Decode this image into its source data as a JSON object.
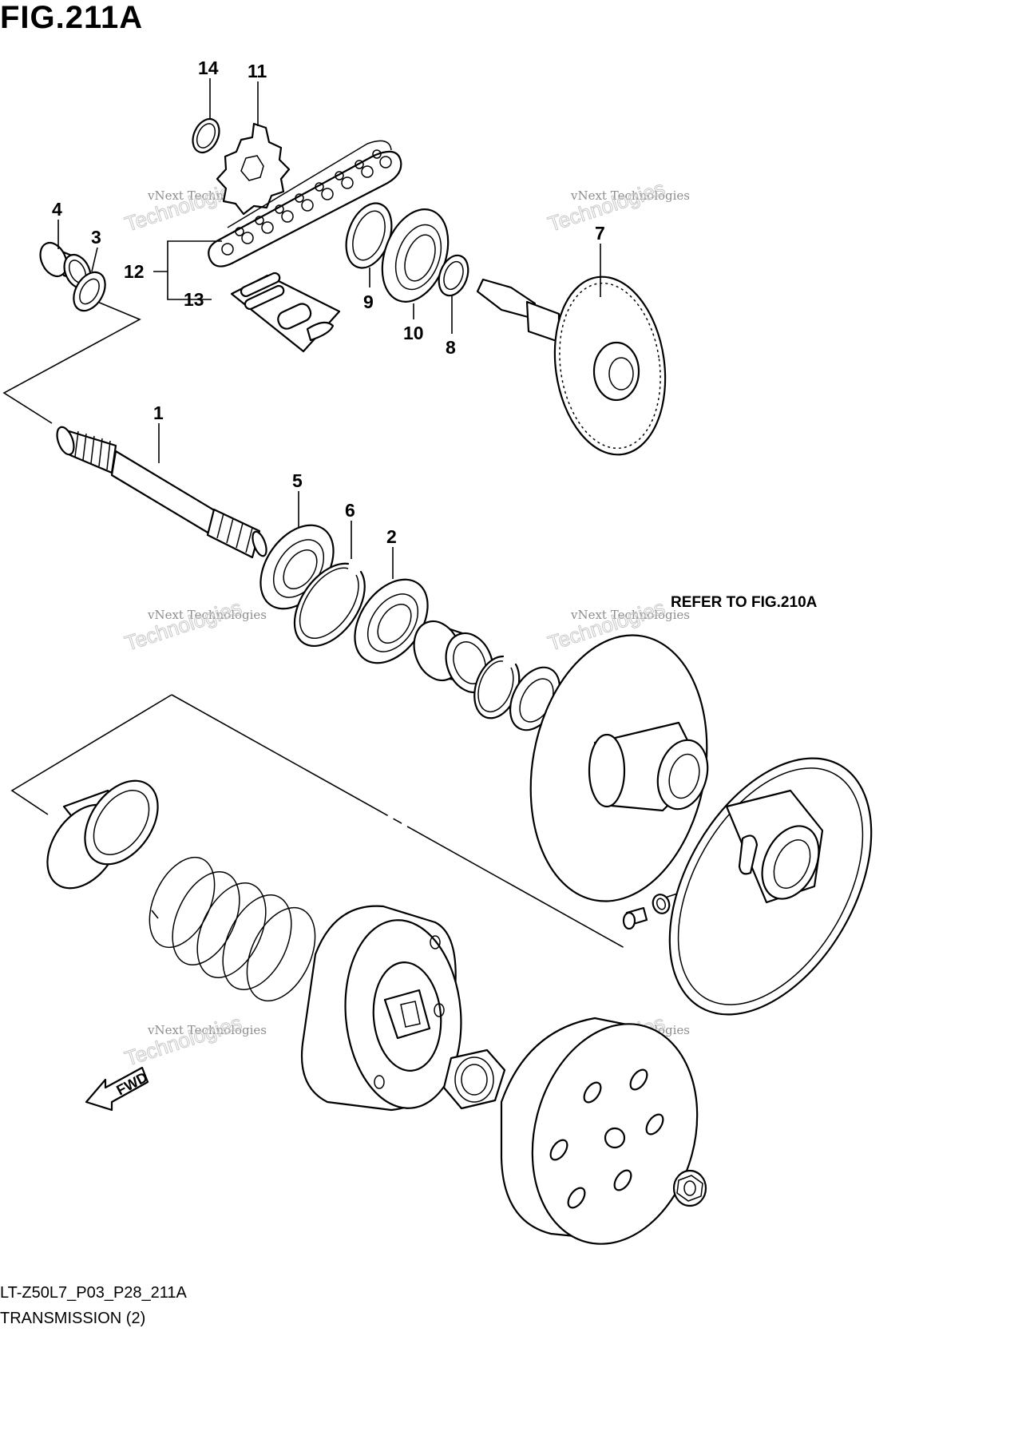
{
  "figure": {
    "title": "FIG.211A",
    "code": "LT-Z50L7_P03_P28_211A",
    "caption": "TRANSMISSION (2)",
    "reference_note": "REFER TO FIG.210A",
    "direction_label": "FWD"
  },
  "callouts": {
    "c1": "1",
    "c2": "2",
    "c3": "3",
    "c4": "4",
    "c5": "5",
    "c6": "6",
    "c7": "7",
    "c8": "8",
    "c9": "9",
    "c10": "10",
    "c11": "11",
    "c12": "12",
    "c13": "13",
    "c14": "14"
  },
  "watermark": {
    "line1": "vNext Technologies",
    "line2": "Technologies",
    "line3": "vNext"
  }
}
